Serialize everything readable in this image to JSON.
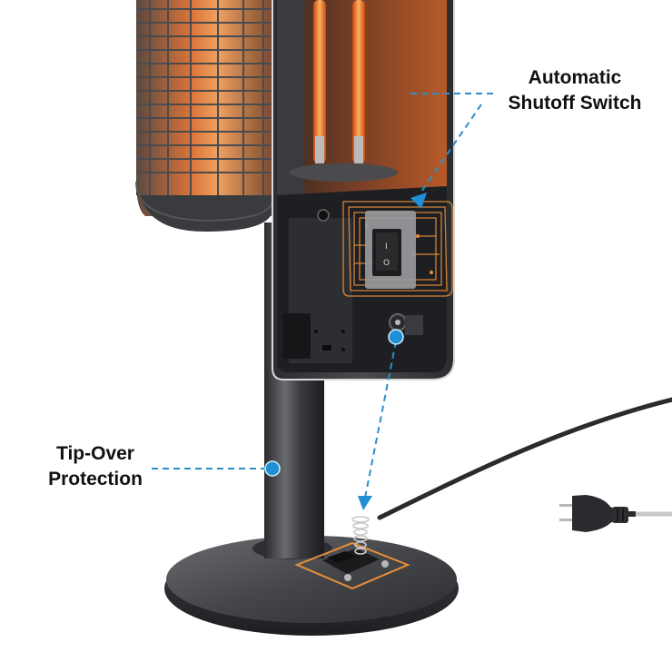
{
  "product": {
    "name": "Infrared tower patio heater cutaway illustration"
  },
  "callouts": [
    {
      "id": "shutoff",
      "lines": [
        "Automatic",
        "Shutoff Switch"
      ]
    },
    {
      "id": "tipover",
      "lines": [
        "Tip-Over",
        "Protection"
      ]
    }
  ],
  "colors": {
    "background": "#ffffff",
    "callout_line": "#2a8fc9",
    "callout_dot": "#1f8fd6",
    "highlight_outline": "#e8903a",
    "heater_body": "#3a3b3e",
    "heater_dark": "#1e1f21",
    "heating_glow": "#ff8a2a",
    "text": "#111111"
  },
  "switch": {
    "symbols": [
      "I",
      "O"
    ]
  }
}
